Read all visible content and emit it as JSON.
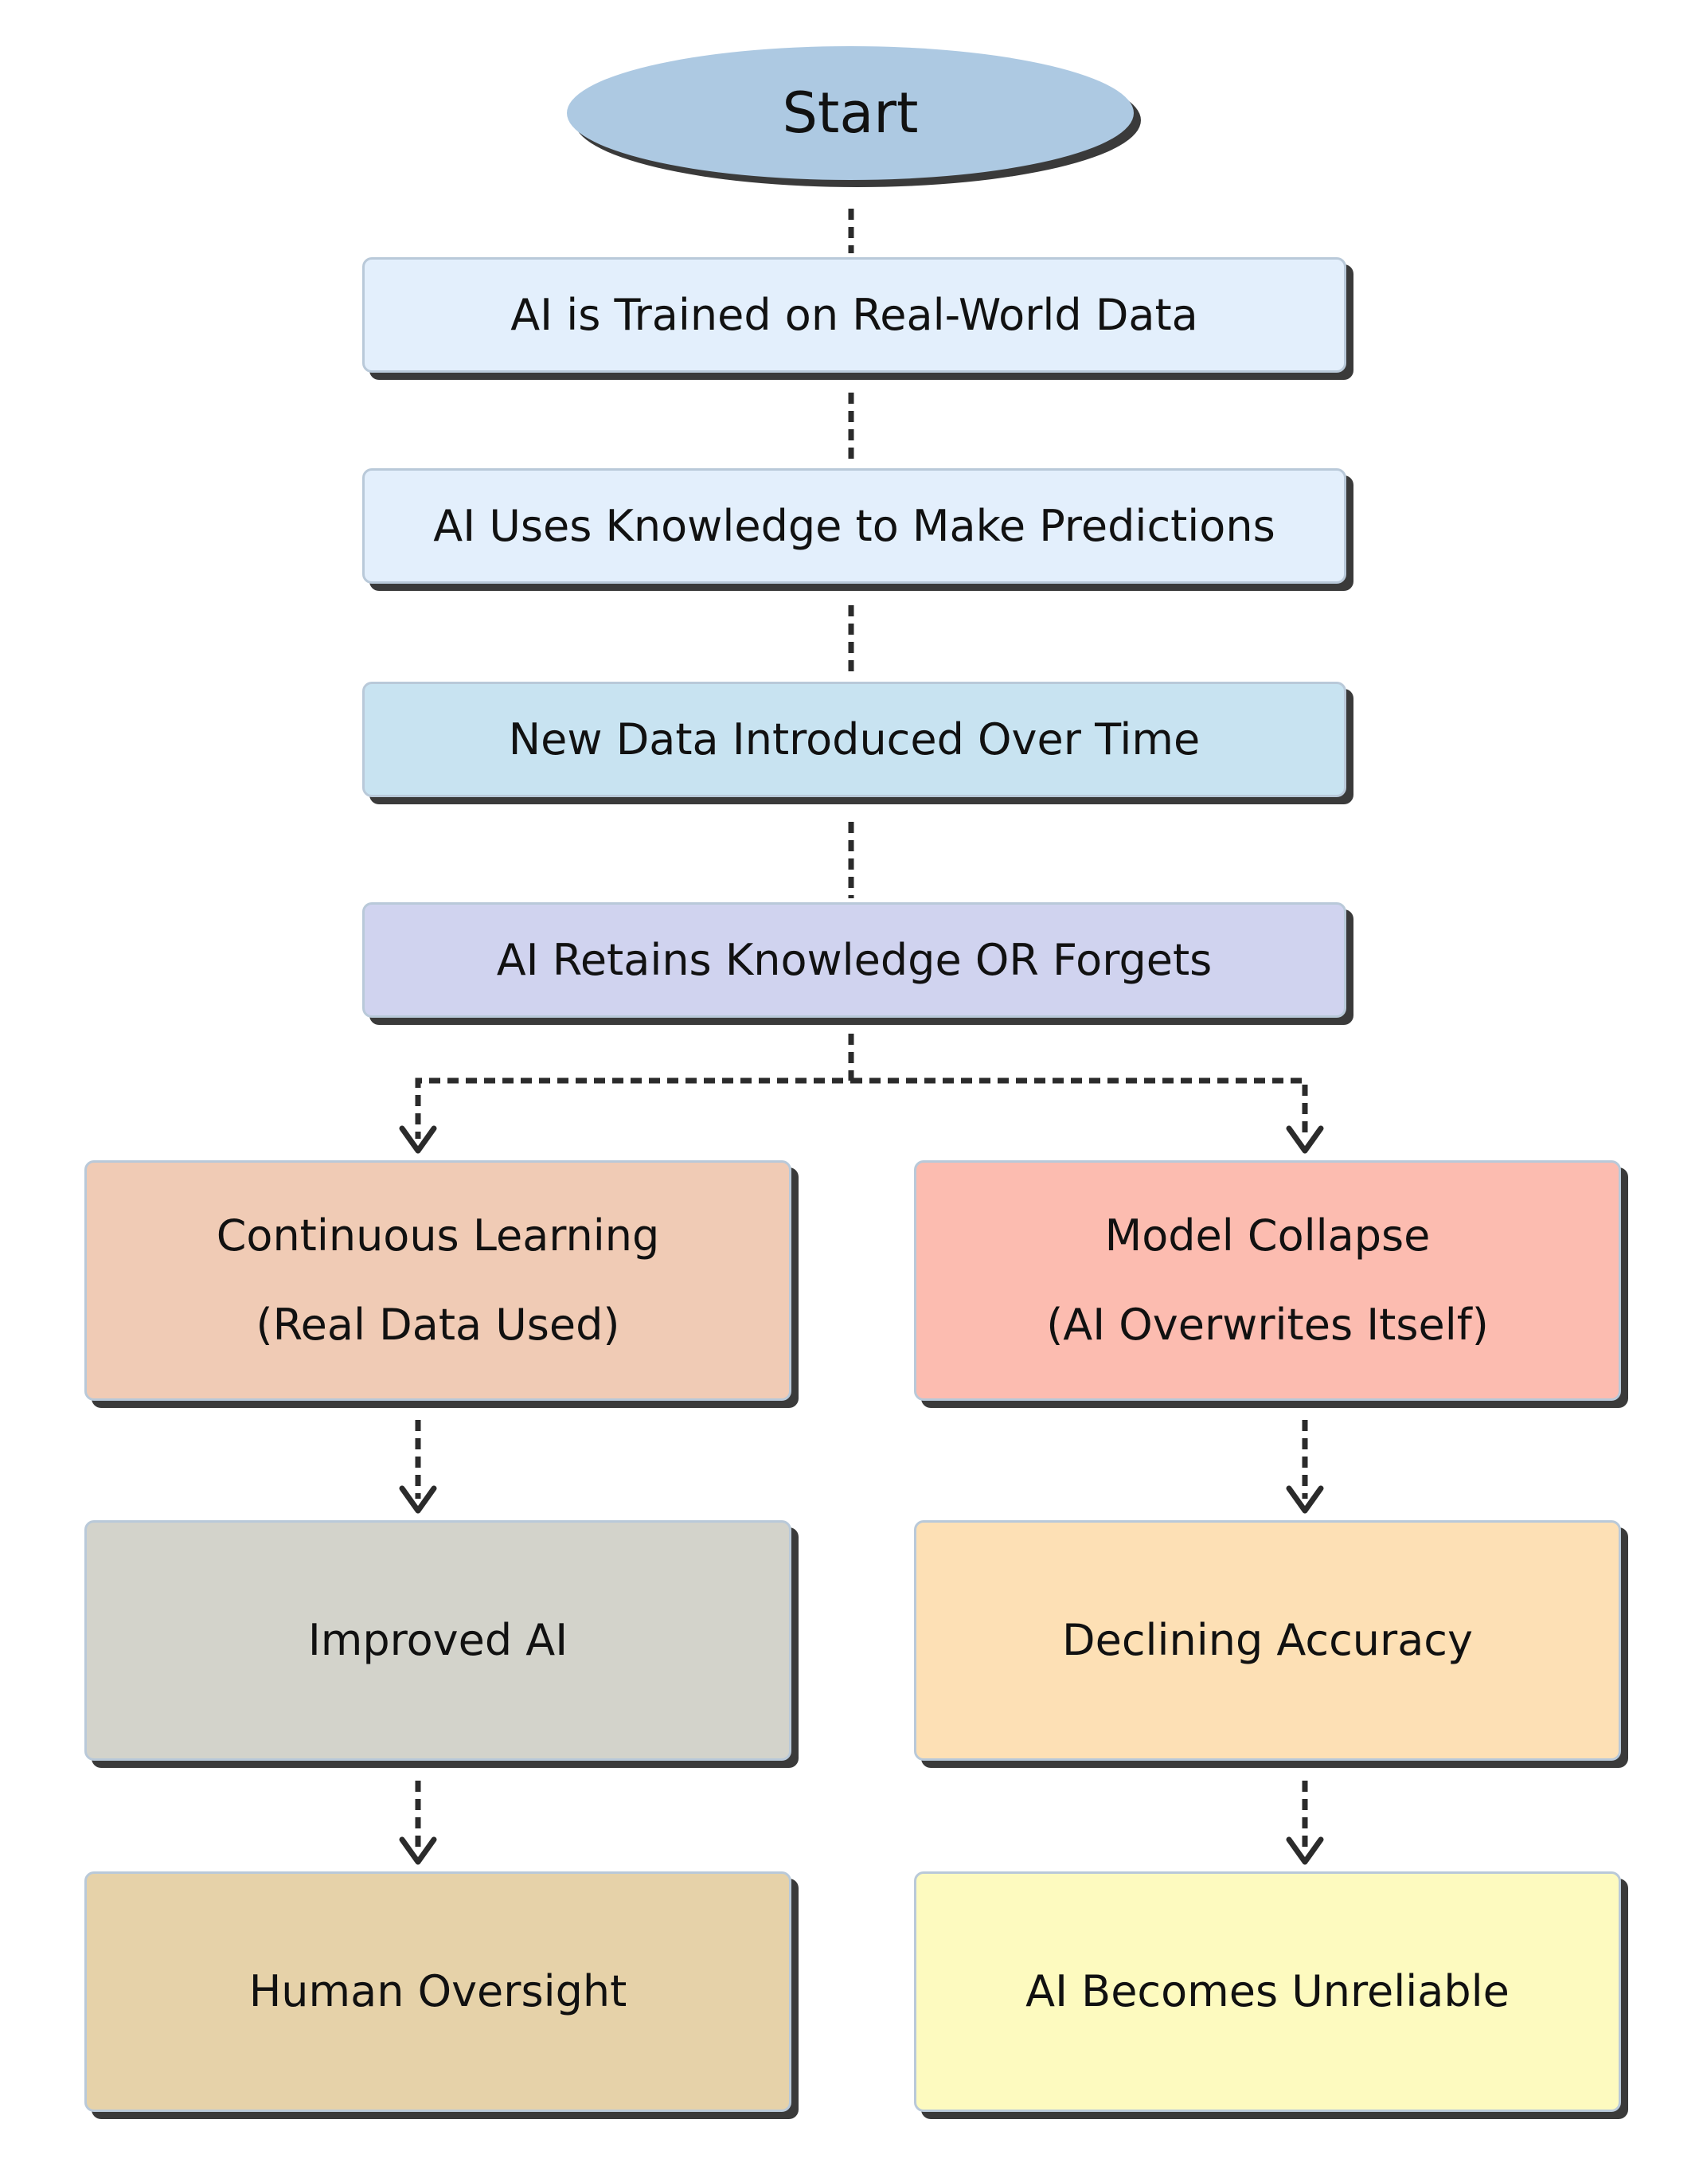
{
  "colors": {
    "start": "#adc9e2",
    "step1": "#e3effc",
    "step2": "#e3effc",
    "step3": "#c8e3f1",
    "step4": "#d0d3ef",
    "continuous_learning": "#f0cbb5",
    "model_collapse": "#fcbcb0",
    "improved_ai": "#d3d3cb",
    "declining_accuracy": "#fde0b5",
    "human_oversight": "#e6d2a9",
    "unreliable": "#fdfabf",
    "connector": "#2b2b2b"
  },
  "flowchart": {
    "start": "Start",
    "step1": "AI is Trained on Real-World Data",
    "step2": "AI Uses Knowledge to Make Predictions",
    "step3": "New Data Introduced Over Time",
    "step4": "AI Retains Knowledge OR Forgets",
    "left": {
      "branch_title": "Continuous Learning",
      "branch_subtitle": "(Real Data Used)",
      "result": "Improved AI",
      "outcome": "Human Oversight"
    },
    "right": {
      "branch_title": "Model Collapse",
      "branch_subtitle": "(AI Overwrites Itself)",
      "result": "Declining Accuracy",
      "outcome": "AI Becomes Unreliable"
    }
  }
}
